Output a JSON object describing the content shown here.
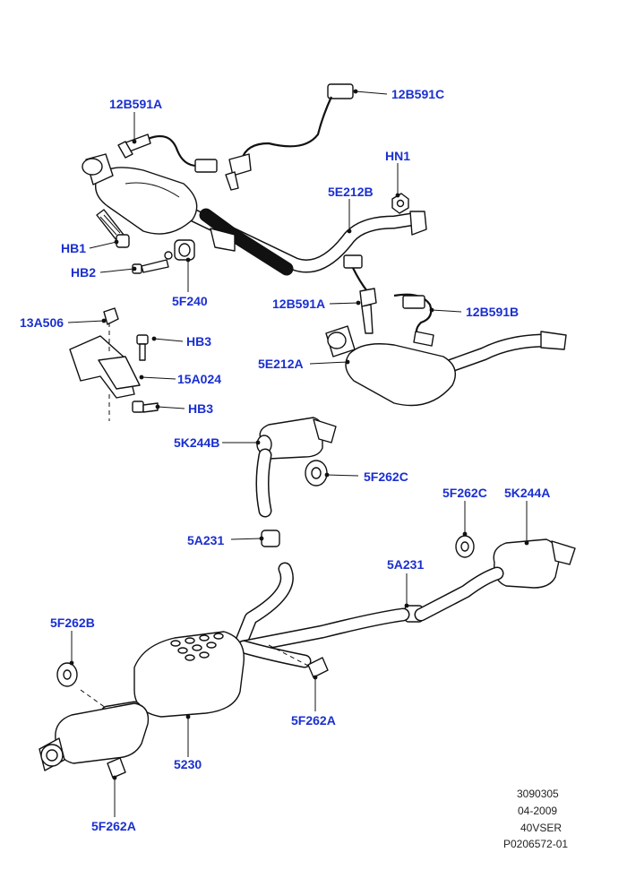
{
  "labels": {
    "c1": "12B591A",
    "c2": "12B591C",
    "c3": "HN1",
    "c4": "5E212B",
    "c5": "HB1",
    "c6": "HB2",
    "c7": "5F240",
    "c8": "12B591A",
    "c9": "12B591B",
    "c10": "13A506",
    "c11": "HB3",
    "c12": "5E212A",
    "c13": "15A024",
    "c14": "HB3",
    "c15": "5K244B",
    "c16": "5F262C",
    "c17": "5F262C",
    "c18": "5K244A",
    "c19": "5A231",
    "c20": "5A231",
    "c21": "5F262B",
    "c22": "5F262A",
    "c23": "5230",
    "c24": "5F262A"
  },
  "meta": {
    "line1": "3090305",
    "line2": "04-2009",
    "line3": "40VSER",
    "line4": "P0206572-01"
  },
  "colors": {
    "callout": "#1a2fd0",
    "line": "#111111"
  }
}
